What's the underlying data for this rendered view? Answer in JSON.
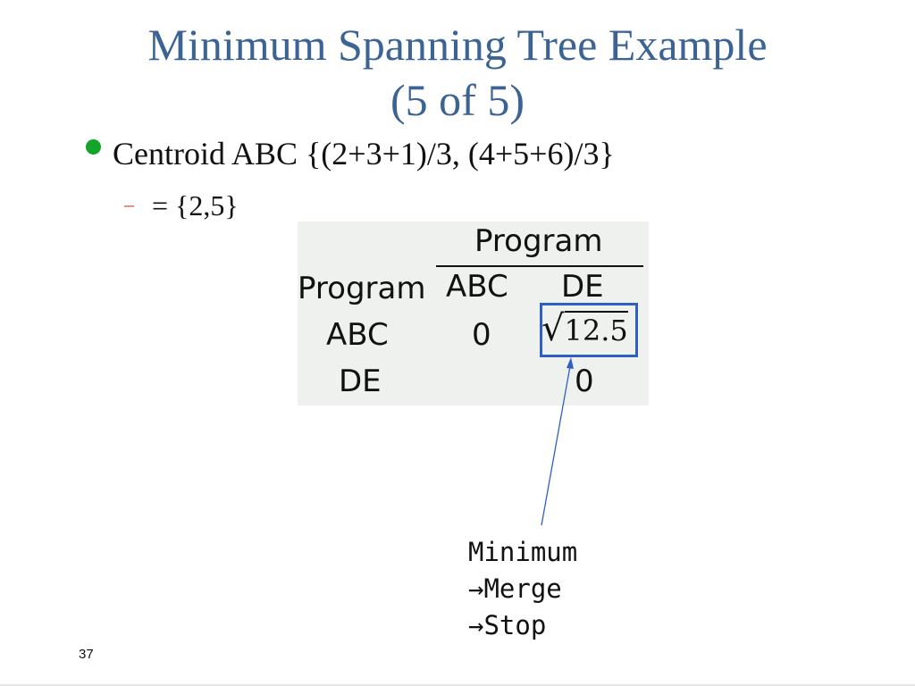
{
  "slide": {
    "title_line1": "Minimum Spanning Tree Example",
    "title_line2": "(5 of 5)",
    "bullet": "Centroid ABC {(2+3+1)/3, (4+5+6)/3}",
    "sub_bullet": "= {2,5}",
    "page_number": "37"
  },
  "matrix": {
    "column_group_header": "Program",
    "row_header": "Program",
    "columns": [
      "ABC",
      "DE"
    ],
    "rows": [
      {
        "label": "ABC",
        "cells": [
          "0",
          "√12.5"
        ]
      },
      {
        "label": "DE",
        "cells": [
          "",
          "0"
        ]
      }
    ],
    "sqrt_radical": "√",
    "sqrt_value": "12.5"
  },
  "callout": {
    "line1": "Minimum",
    "line2": "→Merge",
    "line3": "→Stop"
  },
  "colors": {
    "title": "#3b6394",
    "bullet": "#13a52a",
    "dash": "#cc3333",
    "highlight": "#2f5fc2",
    "arrow": "#2f5fc2"
  }
}
